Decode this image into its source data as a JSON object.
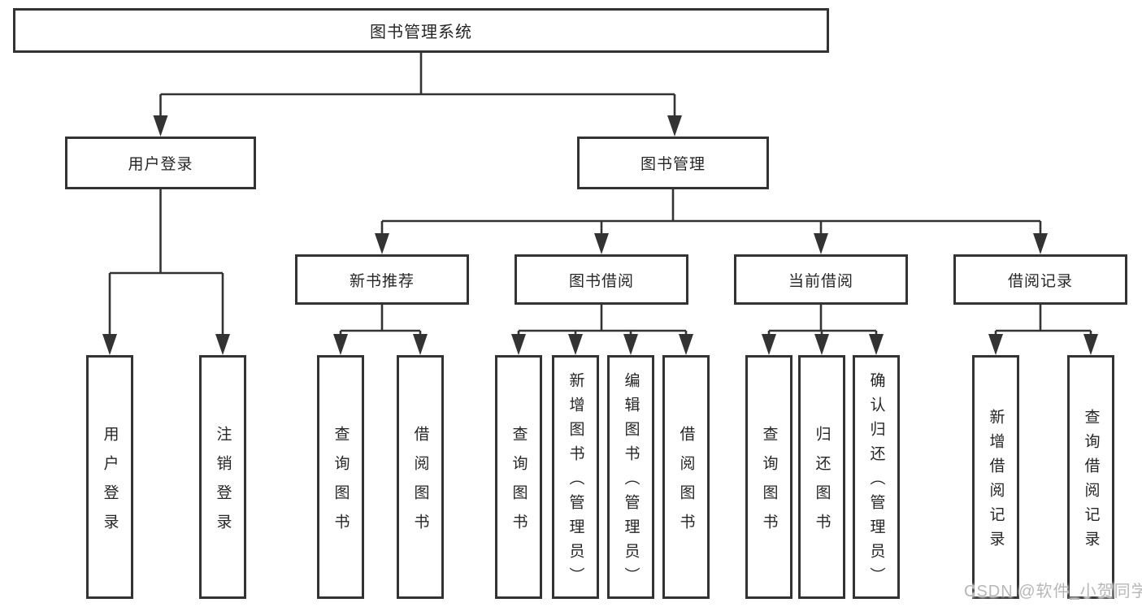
{
  "diagram": {
    "root": {
      "label": "图书管理系统"
    },
    "level2": {
      "user_login": {
        "label": "用户登录"
      },
      "book_mgmt": {
        "label": "图书管理"
      }
    },
    "level3": {
      "new_book_rec": {
        "label": "新书推荐"
      },
      "book_borrow": {
        "label": "图书借阅"
      },
      "current_borrow": {
        "label": "当前借阅"
      },
      "borrow_records": {
        "label": "借阅记录"
      }
    },
    "leaves": {
      "ul_login": "用户登录",
      "ul_logout": "注销登录",
      "nb_query": "查询图书",
      "nb_borrow": "借阅图书",
      "bb_query": "查询图书",
      "bb_add": "新增图书（管理员）",
      "bb_edit": "编辑图书（管理员）",
      "bb_borrow": "借阅图书",
      "cb_query": "查询图书",
      "cb_return": "归还图书",
      "cb_confirm": "确认归还（管理员）",
      "br_add": "新增借阅记录",
      "br_query": "查询借阅记录"
    }
  },
  "watermark": {
    "text": "CSDN @软件_小贺同学"
  },
  "colors": {
    "line": "#333333",
    "text": "#262626",
    "box_bg": "#ffffff",
    "background": "#ffffff",
    "watermark": "#b7b7b7"
  }
}
